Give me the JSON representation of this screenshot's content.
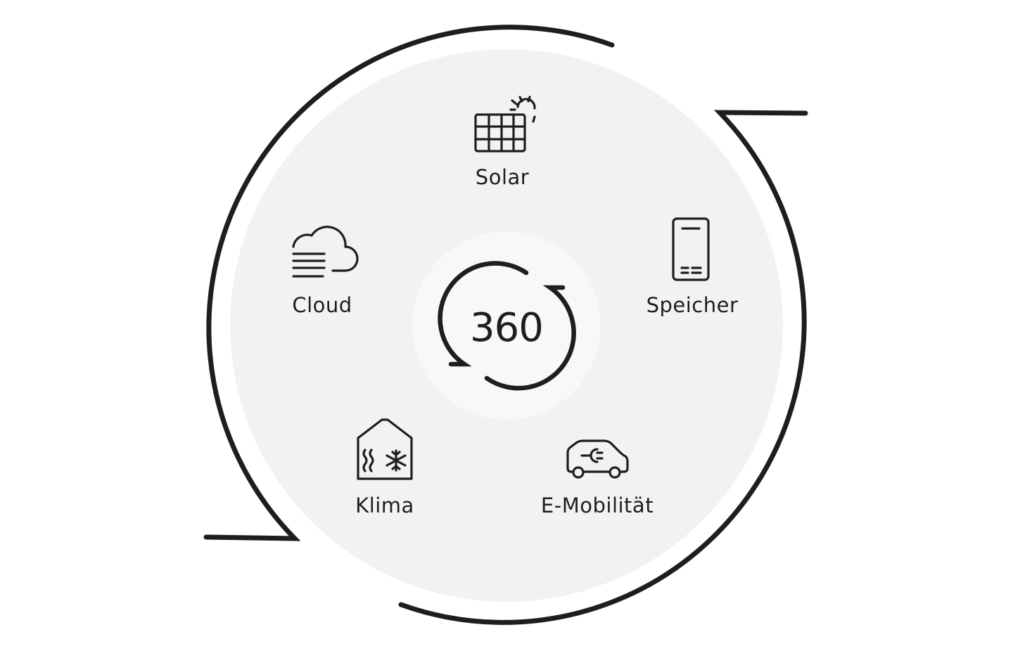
{
  "center": {
    "label": "360",
    "icon": "360-refresh-icon"
  },
  "items": [
    {
      "id": "solar",
      "label": "Solar",
      "icon": "solar-panel-icon"
    },
    {
      "id": "speicher",
      "label": "Speicher",
      "icon": "battery-storage-icon"
    },
    {
      "id": "e-mobilitaet",
      "label": "E-Mobilität",
      "icon": "electric-car-icon"
    },
    {
      "id": "klima",
      "label": "Klima",
      "icon": "climate-house-icon"
    },
    {
      "id": "cloud",
      "label": "Cloud",
      "icon": "cloud-icon"
    }
  ],
  "colors": {
    "stroke": "#1e1e1e",
    "disc": "#f4f2f1",
    "inner_disc": "#f9f8f7",
    "background": "#ffffff"
  }
}
